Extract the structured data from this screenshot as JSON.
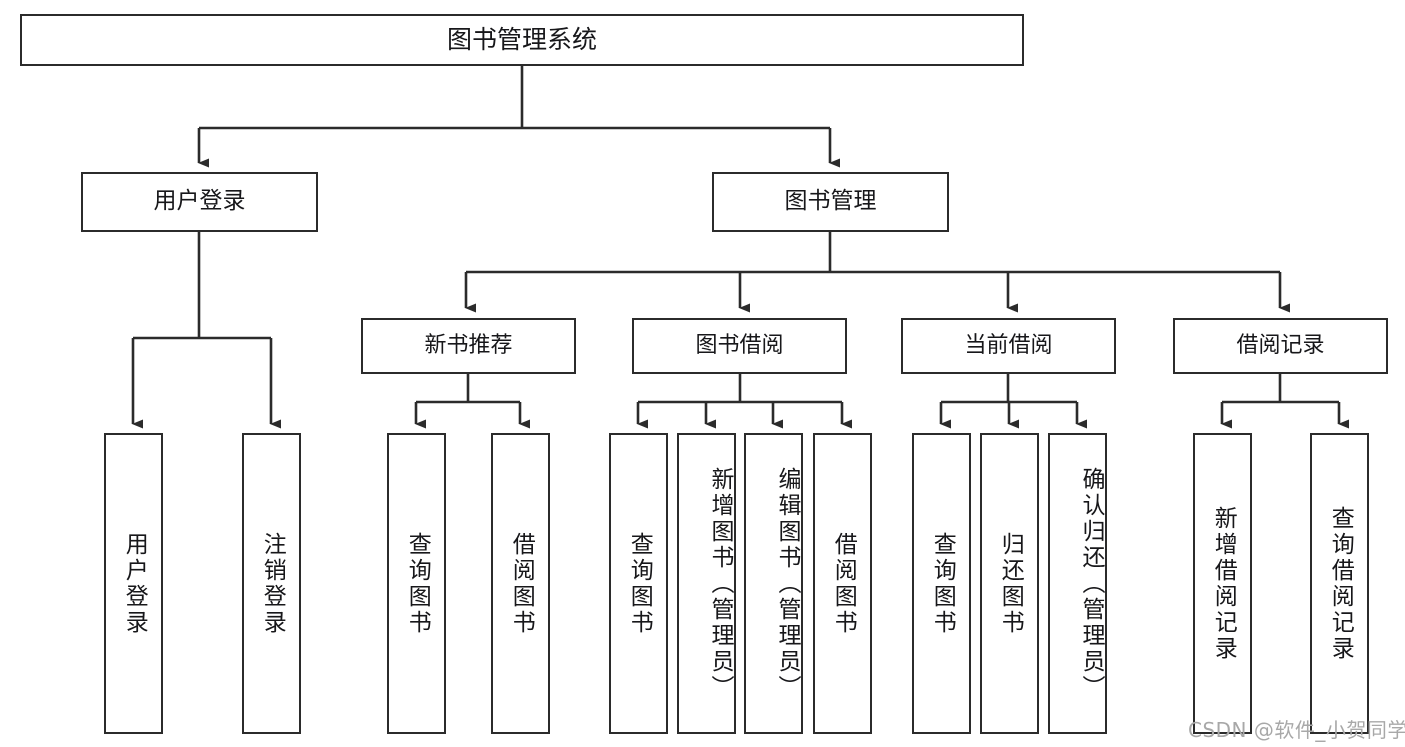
{
  "diagram": {
    "title": "图书管理系统",
    "type": "function-structure-tree",
    "root": {
      "id": "root",
      "label": "图书管理系统"
    },
    "level2": [
      {
        "id": "login",
        "label": "用户登录"
      },
      {
        "id": "bookmgmt",
        "label": "图书管理"
      }
    ],
    "level3": [
      {
        "id": "newbook",
        "label": "新书推荐",
        "parent": "bookmgmt"
      },
      {
        "id": "borrow",
        "label": "图书借阅",
        "parent": "bookmgmt"
      },
      {
        "id": "current",
        "label": "当前借阅",
        "parent": "bookmgmt"
      },
      {
        "id": "record",
        "label": "借阅记录",
        "parent": "bookmgmt"
      }
    ],
    "leaves": [
      {
        "id": "leaf-user-login",
        "label": "用户登录",
        "parent": "login"
      },
      {
        "id": "leaf-user-logout",
        "label": "注销登录",
        "parent": "login"
      },
      {
        "id": "leaf-query-book-1",
        "label": "查询图书",
        "parent": "newbook"
      },
      {
        "id": "leaf-borrow-book-1",
        "label": "借阅图书",
        "parent": "newbook"
      },
      {
        "id": "leaf-query-book-2",
        "label": "查询图书",
        "parent": "borrow"
      },
      {
        "id": "leaf-add-book",
        "label": "新增图书（管理员）",
        "parent": "borrow"
      },
      {
        "id": "leaf-edit-book",
        "label": "编辑图书（管理员）",
        "parent": "borrow"
      },
      {
        "id": "leaf-borrow-book-2",
        "label": "借阅图书",
        "parent": "borrow"
      },
      {
        "id": "leaf-query-book-3",
        "label": "查询图书",
        "parent": "current"
      },
      {
        "id": "leaf-return-book",
        "label": "归还图书",
        "parent": "current"
      },
      {
        "id": "leaf-confirm-return",
        "label": "确认归还（管理员）",
        "parent": "current"
      },
      {
        "id": "leaf-add-record",
        "label": "新增借阅记录",
        "parent": "record"
      },
      {
        "id": "leaf-query-record",
        "label": "查询借阅记录",
        "parent": "record"
      }
    ]
  },
  "watermark": {
    "text": "CSDN @软件_小贺同学"
  },
  "colors": {
    "stroke": "#2b2b2b",
    "background": "#ffffff",
    "text": "#17171a",
    "watermark": "#a8a8a8"
  }
}
